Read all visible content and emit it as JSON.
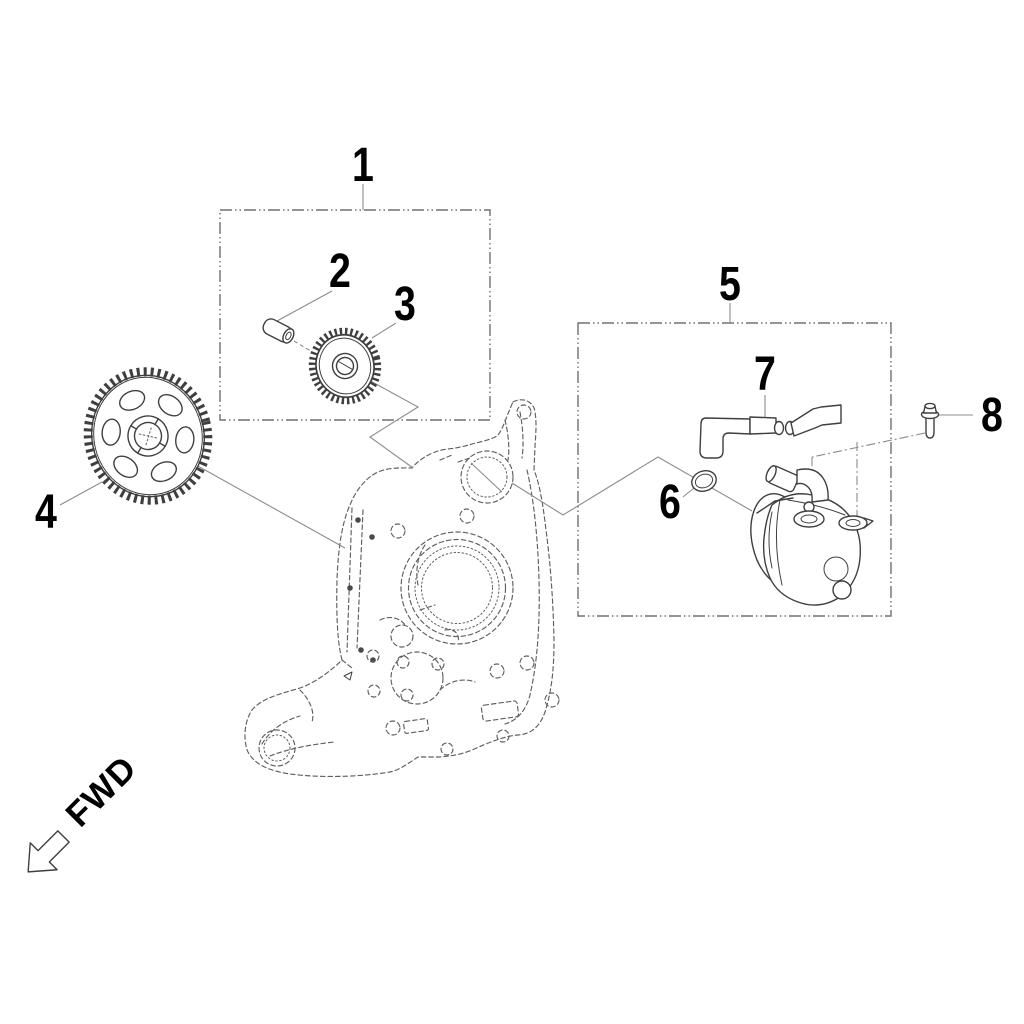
{
  "diagram": {
    "description": "exploded-parts-diagram",
    "fwd_label": "FWD",
    "callouts": {
      "c1": {
        "label": "1"
      },
      "c2": {
        "label": "2"
      },
      "c3": {
        "label": "3"
      },
      "c4": {
        "label": "4"
      },
      "c5": {
        "label": "5"
      },
      "c6": {
        "label": "6"
      },
      "c7": {
        "label": "7"
      },
      "c8": {
        "label": "8"
      }
    },
    "icons": {
      "fwd_arrow": "hollow-arrow-pointing-lower-left"
    },
    "colors": {
      "background": "#ffffff",
      "part_line": "#3f3f3f",
      "hidden_line": "#5f5f5f",
      "leader_line": "#8c8c8c",
      "boundary_box": "#707070",
      "label_text": "#000000"
    }
  }
}
